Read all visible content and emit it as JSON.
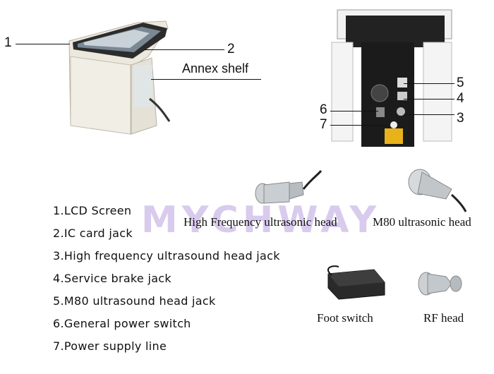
{
  "front_view": {
    "callout_1": "1",
    "callout_2": "2",
    "annex_label": "Annex shelf"
  },
  "rear_view": {
    "callouts": [
      "5",
      "4",
      "6",
      "3",
      "7"
    ]
  },
  "legend": {
    "items": [
      "1.LCD Screen",
      "2.IC card jack",
      "3.High frequency ultrasound head jack",
      "4.Service brake jack",
      "5.M80 ultrasound head jack",
      "6.General power switch",
      "7.Power supply line"
    ]
  },
  "accessories": {
    "hf_head": "High Frequency ultrasonic head",
    "m80_head": "M80 ultrasonic head",
    "foot_switch": "Foot switch",
    "rf_head": "RF head"
  },
  "watermark": "MYCHWAY"
}
